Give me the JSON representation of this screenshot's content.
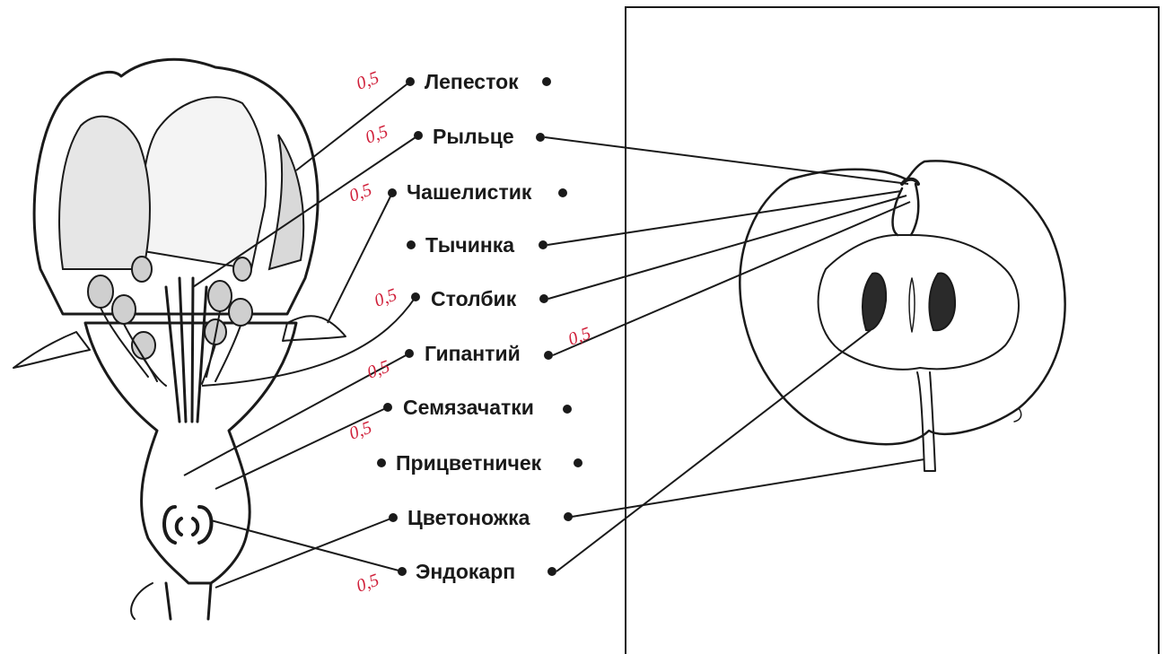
{
  "diagram": {
    "labels": [
      {
        "text": "Лепесток"
      },
      {
        "text": "Рыльце"
      },
      {
        "text": "Чашелистик"
      },
      {
        "text": "Тычинка"
      },
      {
        "text": "Столбик"
      },
      {
        "text": "Гипантий"
      },
      {
        "text": "Семязачатки"
      },
      {
        "text": "Прицветничек"
      },
      {
        "text": "Цветоножка"
      },
      {
        "text": "Эндокарп"
      }
    ],
    "grades": [
      "0,5",
      "0,5",
      "0,5",
      "0,5",
      "0,5",
      "0,5",
      "0,5",
      "0,5"
    ]
  }
}
